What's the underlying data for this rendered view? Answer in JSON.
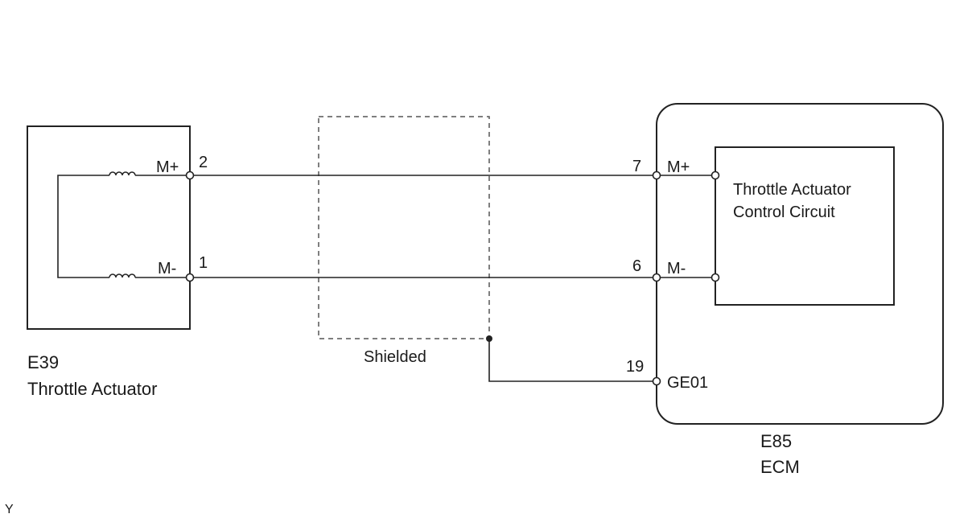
{
  "actuator": {
    "code": "E39",
    "name": "Throttle Actuator",
    "pin_plus_label": "M+",
    "pin_minus_label": "M-",
    "pin_plus_number": "2",
    "pin_minus_number": "1"
  },
  "shield": {
    "label": "Shielded"
  },
  "ecm": {
    "code": "E85",
    "name": "ECM",
    "pin_plus_number": "7",
    "pin_minus_number": "6",
    "pin_ground_number": "19",
    "pin_plus_label": "M+",
    "pin_minus_label": "M-",
    "pin_ground_label": "GE01",
    "circuit_line1": "Throttle Actuator",
    "circuit_line2": "Control Circuit"
  },
  "corner_mark": "Y"
}
